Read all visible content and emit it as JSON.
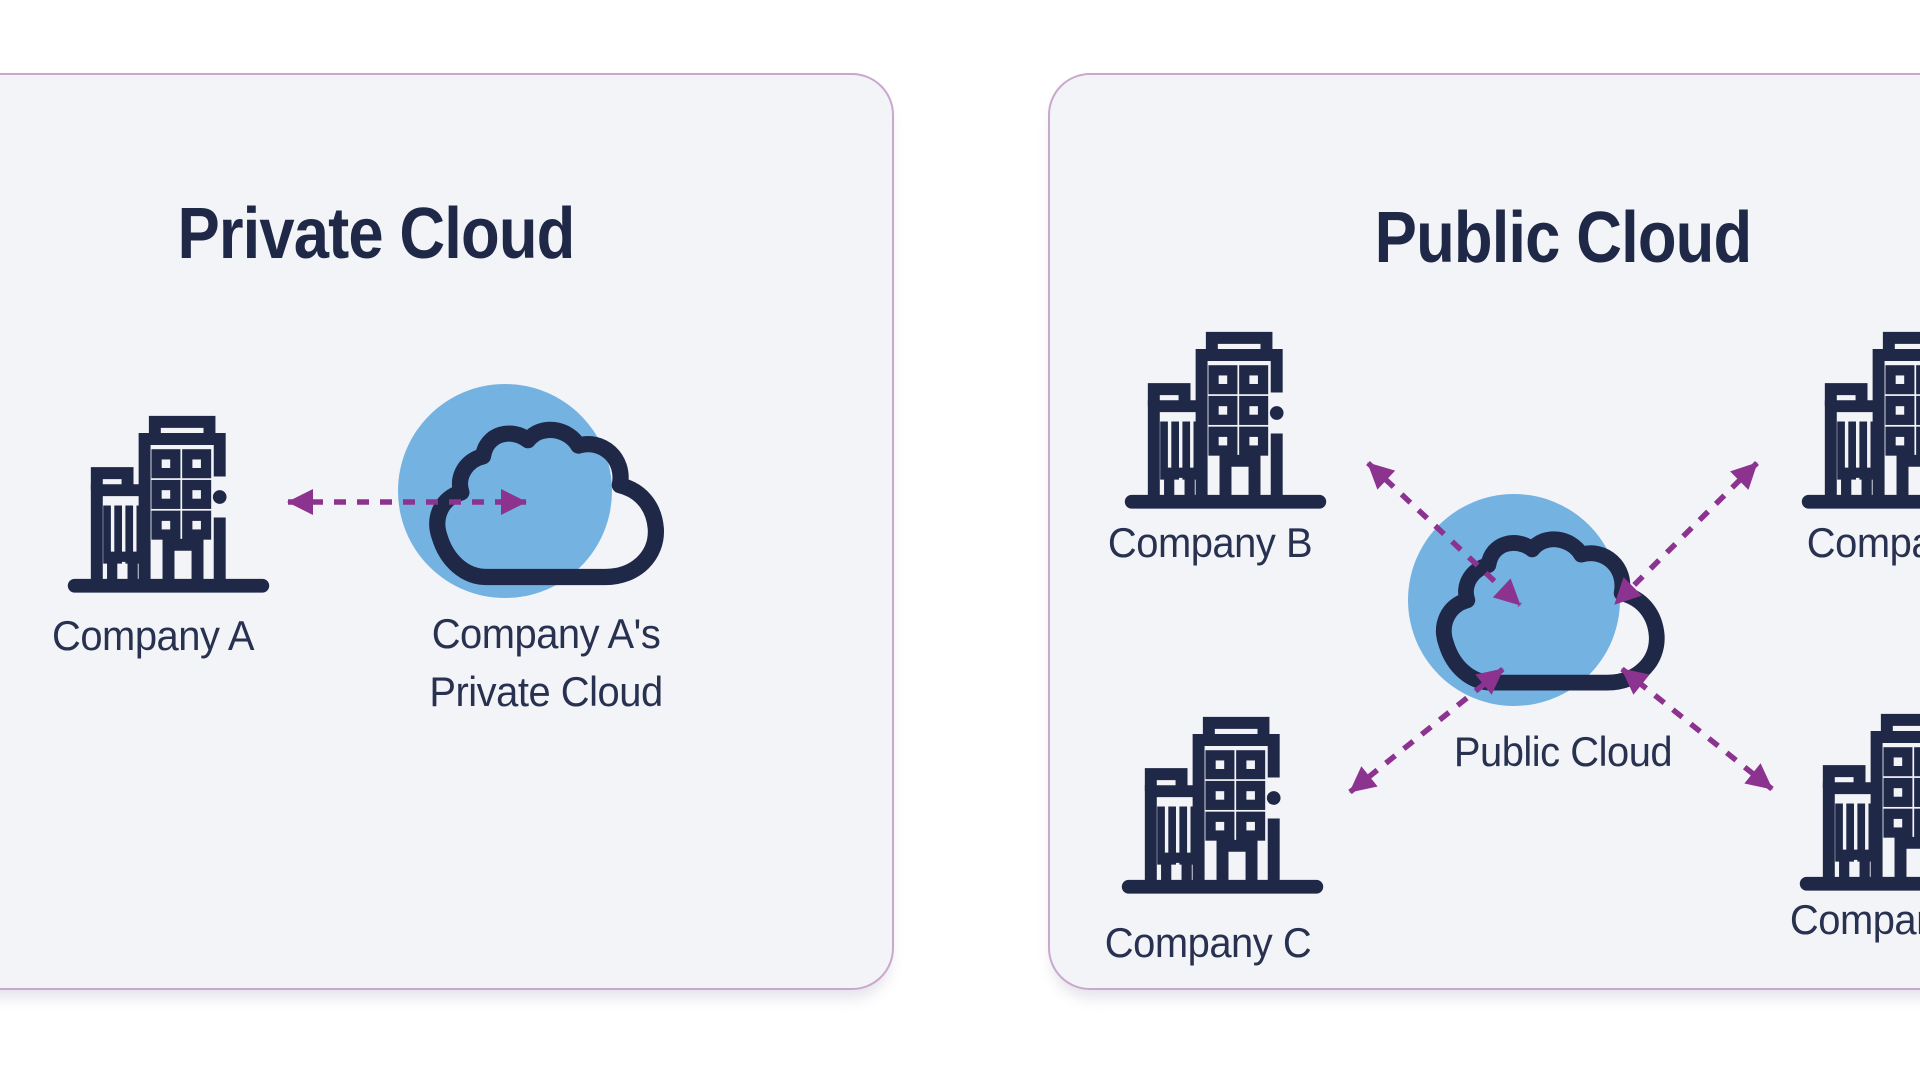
{
  "colors": {
    "navy": "#1f2847",
    "text": "#293150",
    "blue": "#74b2e2",
    "purple": "#8c3390",
    "card_bg": "#f3f4f8",
    "card_border": "#c9a8ce",
    "page_bg": "#ffffff"
  },
  "private_card": {
    "title": "Private Cloud",
    "company_label": "Company A",
    "cloud_label_line1": "Company A's",
    "cloud_label_line2": "Private Cloud"
  },
  "public_card": {
    "title": "Public Cloud",
    "cloud_label": "Public Cloud",
    "company_top_left": "Company B",
    "company_bottom_left": "Company C",
    "company_top_right": "Company D",
    "company_bottom_right": "Company E"
  }
}
